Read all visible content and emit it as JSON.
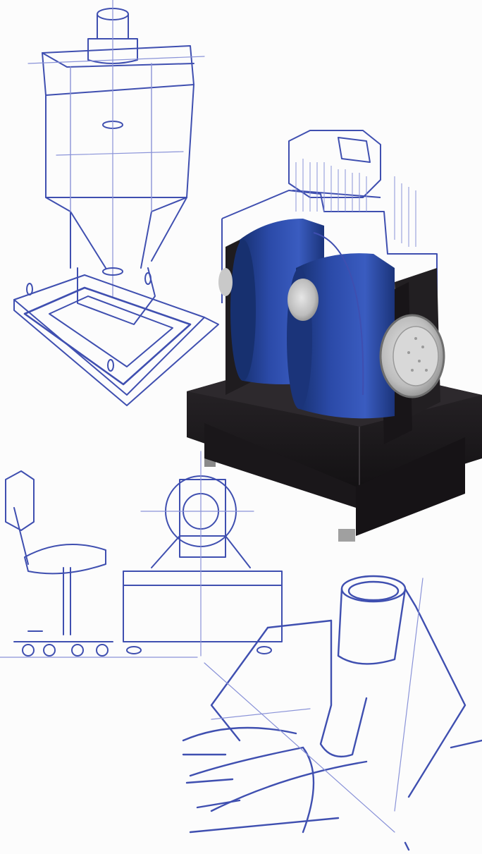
{
  "image": {
    "subject": "",
    "colors": {
      "background": "#fcfcfc",
      "sketch_ink": "#3f4fb0",
      "sketch_ink_light": "#8a93d8",
      "drum_blue": "#2b4aa8",
      "drum_blue_dark": "#17306f",
      "frame_black": "#1f1c1f",
      "metal_light": "#cfcfcf",
      "metal_mid": "#9a9a9a"
    },
    "icons": [
      "tower-sketch",
      "rendered-machine",
      "side-view-sketch",
      "chair-sketch",
      "tube-perspective-sketch"
    ]
  }
}
